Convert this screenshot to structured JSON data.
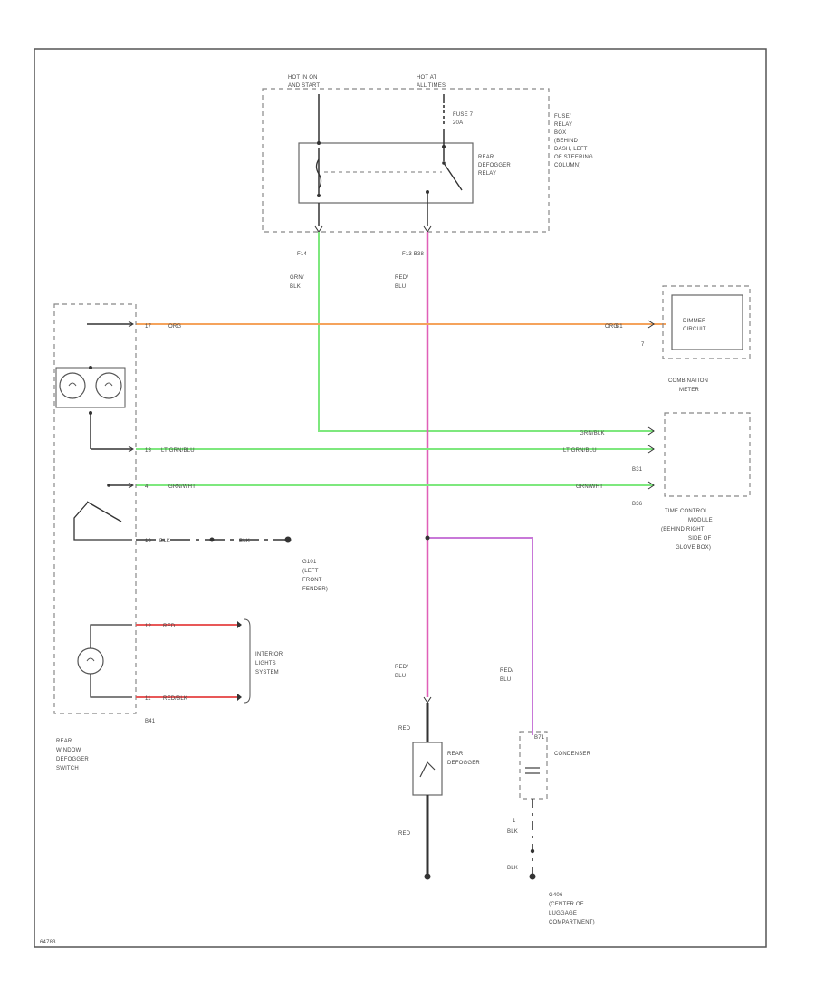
{
  "labels": {
    "hot_run_start": [
      "HOT IN ON",
      "AND START"
    ],
    "hot_all_times": [
      "HOT AT",
      "ALL TIMES"
    ],
    "fuse": [
      "FUSE 7",
      "20A"
    ],
    "relay_name": [
      "REAR",
      "DEFOGGER",
      "RELAY"
    ],
    "fuse_box": [
      "FUSE/",
      "RELAY",
      "BOX",
      "(BEHIND",
      "DASH, LEFT",
      "OF STEERING",
      "COLUMN)"
    ],
    "pin_f14": "F14",
    "pin_f13": "F13 B38",
    "wire_grn_blk_v": [
      "GRN/",
      "BLK"
    ],
    "wire_red_blu_v": [
      "RED/",
      "BLU"
    ],
    "wire_org": "ORG",
    "wire_org_right": "ORG",
    "pin_b1": "B1",
    "pin_17": "17",
    "pin_7": "7",
    "dimmer": [
      "DIMMER",
      "CIRCUIT"
    ],
    "combination_meter": [
      "COMBINATION",
      "METER"
    ],
    "wire_grn_blk_right": "GRN/BLK",
    "pin_13": "13",
    "wire_lt_grn_blu": "LT GRN/BLU",
    "wire_lt_grn_blu_right": "LT GRN/BLU",
    "pin_b31": "B31",
    "pin_4": "4",
    "wire_grn_wht": "GRN/WHT",
    "wire_grn_wht_right": "GRN/WHT",
    "pin_b36": "B36",
    "time_control": [
      "TIME CONTROL",
      "MODULE",
      "(BEHIND RIGHT",
      "SIDE OF",
      "GLOVE BOX)"
    ],
    "pin_10": "10",
    "wire_blk": "BLK",
    "wire_blk2": "BLK",
    "ground_g101": [
      "G101",
      "(LEFT",
      "FRONT",
      "FENDER)"
    ],
    "pin_12": "12",
    "wire_red": "RED",
    "pin_11": "11",
    "wire_red_blk": "RED/BLK",
    "interior_lights": [
      "INTERIOR",
      "LIGHTS",
      "SYSTEM"
    ],
    "pin_b41": "B41",
    "switch_name": [
      "REAR",
      "WINDOW",
      "DEFOGGER",
      "SWITCH"
    ],
    "wire_red_blu_lower": [
      "RED/",
      "BLU"
    ],
    "wire_red_blu_lower2": [
      "RED/",
      "BLU"
    ],
    "wire_red_top": "RED",
    "wire_red_bottom": "RED",
    "defogger": [
      "REAR",
      "DEFOGGER"
    ],
    "pin_b71": "B71",
    "condenser": "CONDENSER",
    "pin_1": "1",
    "wire_blk_cond1": "BLK",
    "wire_blk_cond2": "BLK",
    "ground_g406": [
      "G406",
      "(CENTER OF",
      "LUGGAGE",
      "COMPARTMENT)"
    ],
    "diagram_id": "64783"
  },
  "colors": {
    "org": "#f5a35c",
    "grn": "#7ee87e",
    "pnk": "#e060b8",
    "red": "#e85858",
    "vio": "#c878d8",
    "blk": "#333333"
  }
}
